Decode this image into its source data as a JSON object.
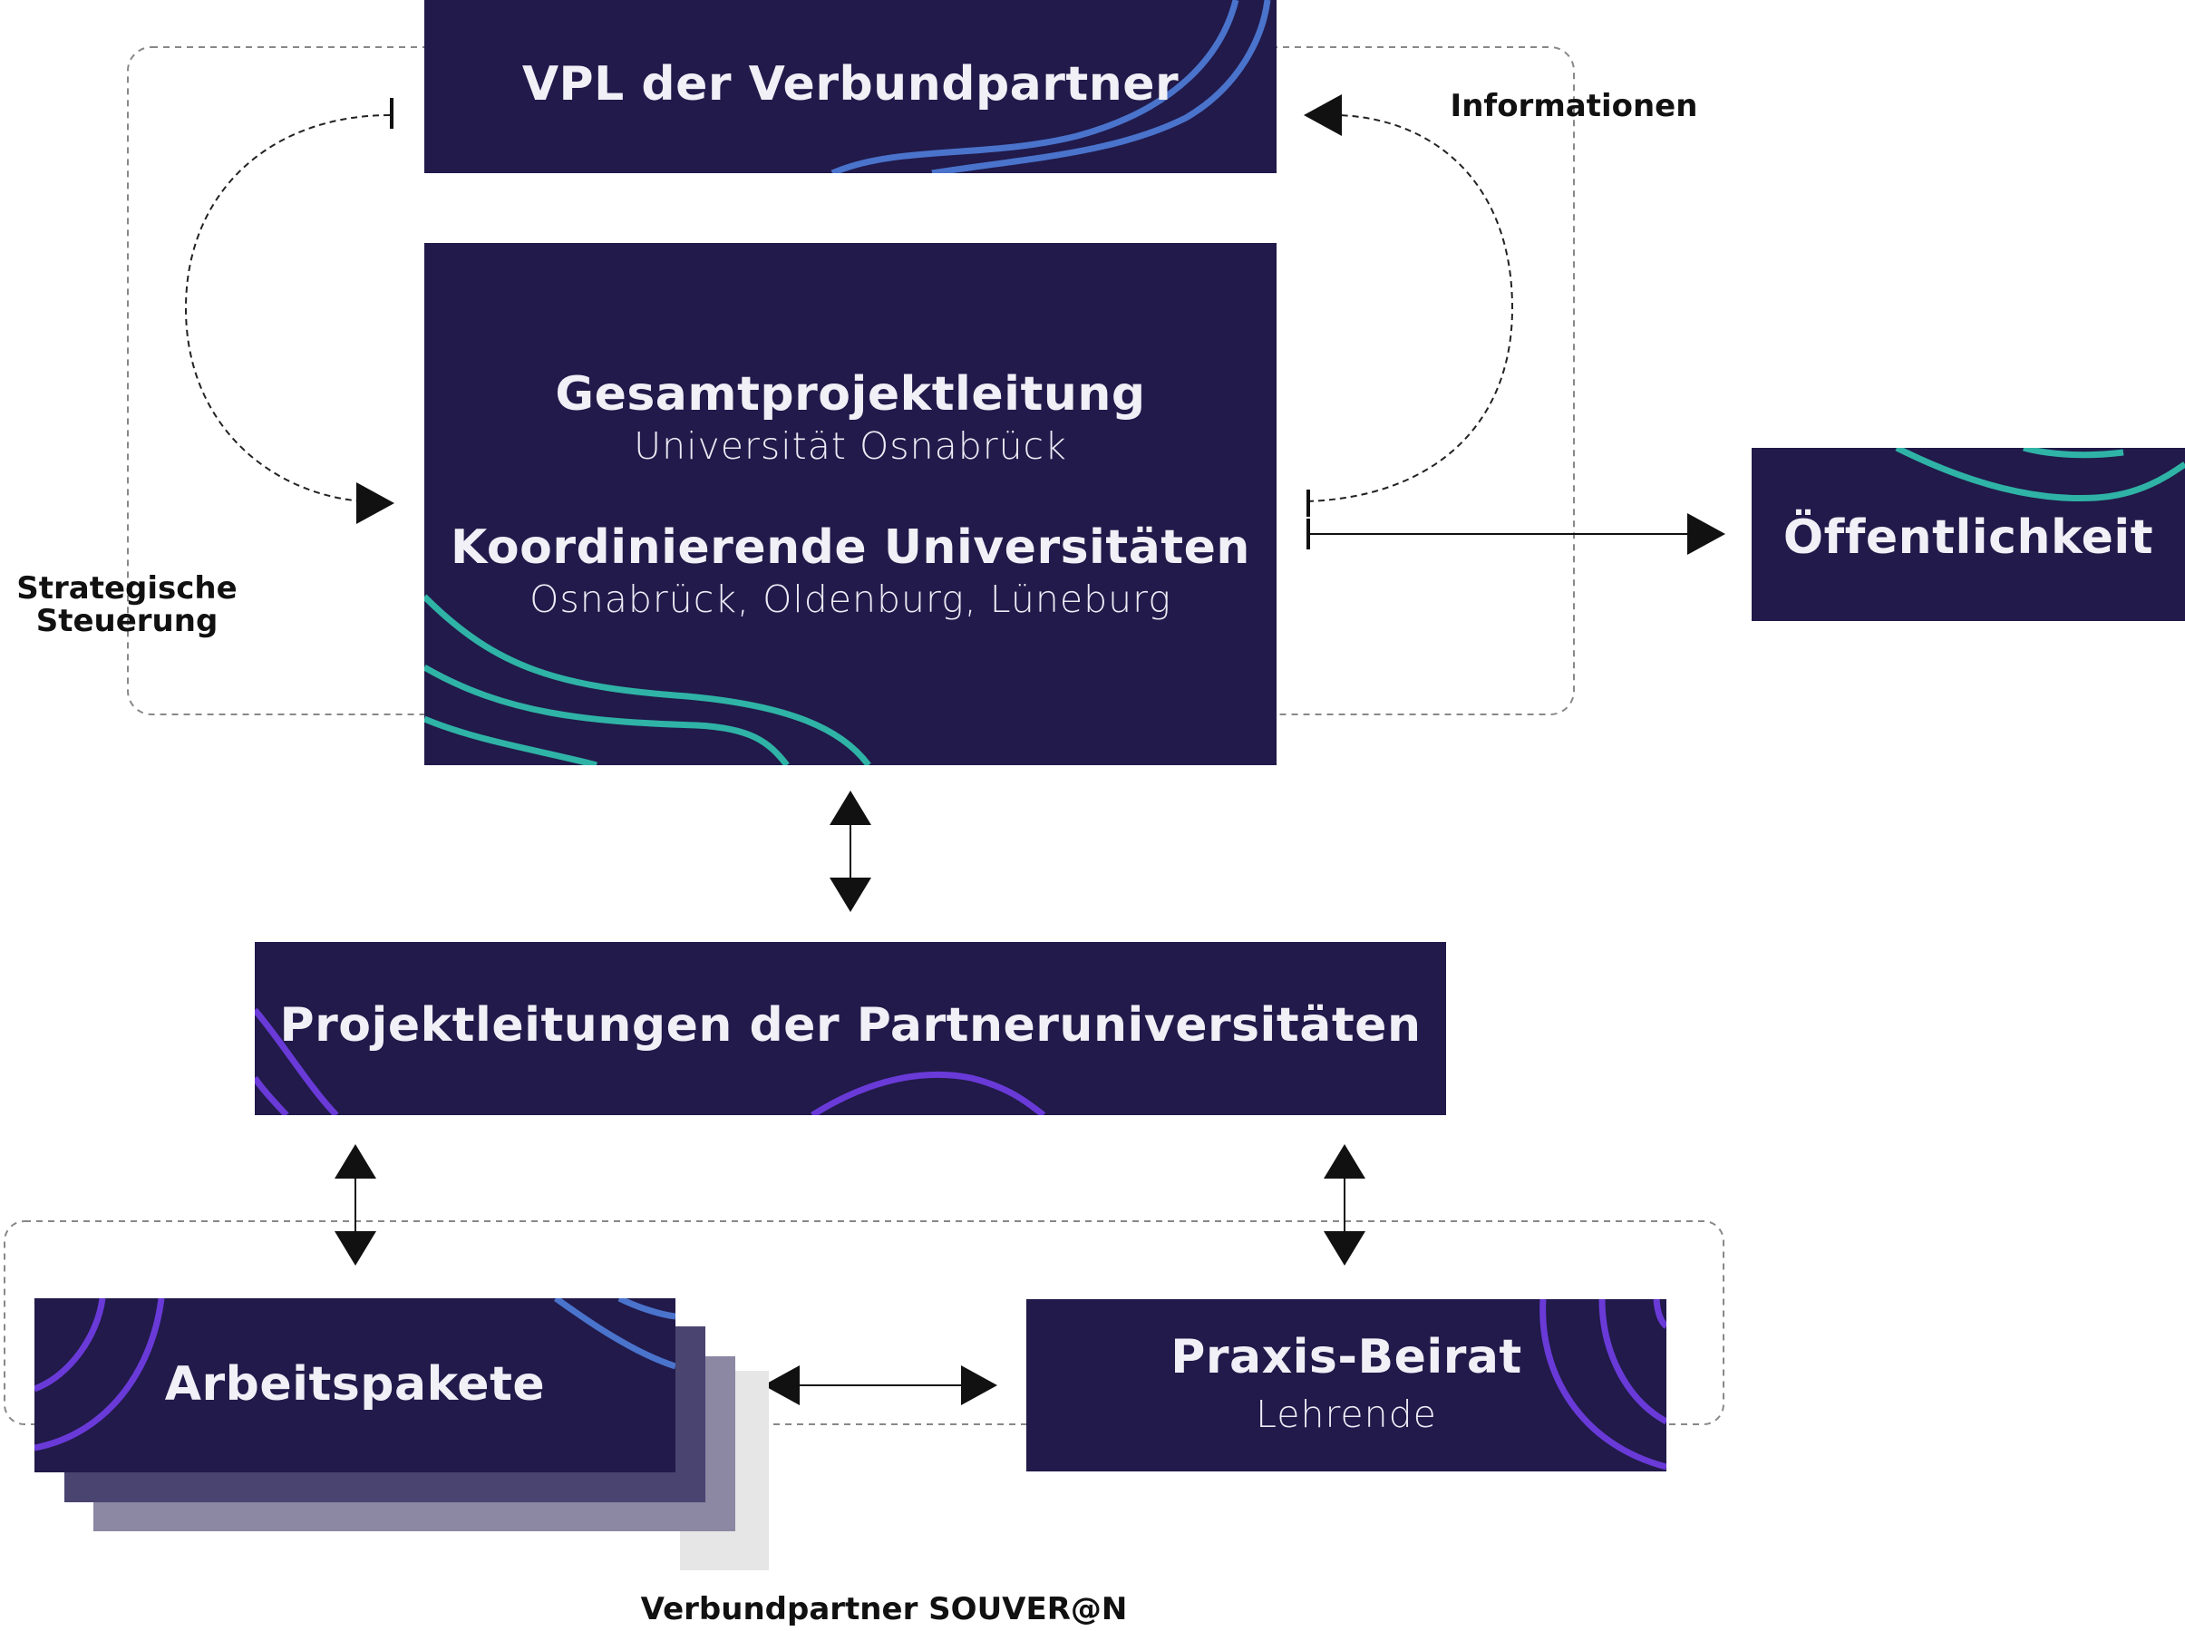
{
  "boxes": {
    "vpl": {
      "title": "VPL der Verbundpartner"
    },
    "gesamt": {
      "title1": "Gesamtprojektleitung",
      "sub1": "Universität Osnabrück",
      "title2": "Koordinierende Universitäten",
      "sub2": "Osnabrück, Oldenburg, Lüneburg"
    },
    "oeffentlichkeit": {
      "title": "Öffentlichkeit"
    },
    "projektleitungen": {
      "title": "Projektleitungen der Partneruniversitäten"
    },
    "arbeitspakete": {
      "title": "Arbeitspakete"
    },
    "praxis": {
      "title": "Praxis-Beirat",
      "sub": "Lehrende"
    }
  },
  "labels": {
    "informationen": "Informationen",
    "steuerung_line1": "Strategische",
    "steuerung_line2": "Steuerung",
    "verbund": "Verbundpartner SOUVER@N"
  },
  "colors": {
    "box_bg": "#211a4a",
    "teal": "#2fb3a6",
    "blue": "#4a73cc",
    "purple": "#6a3ad8",
    "stack1": "#4a4470",
    "stack2": "#8c87a3",
    "stack3": "#e6e6e6"
  }
}
